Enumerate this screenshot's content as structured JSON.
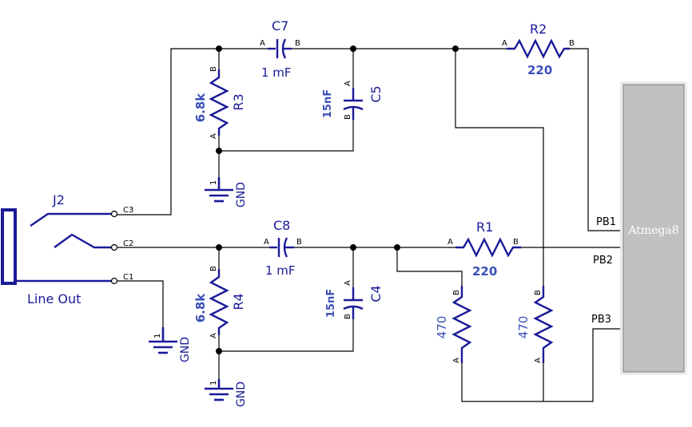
{
  "connector": {
    "name": "J2",
    "label": "Line Out",
    "pins": [
      "C3",
      "C2",
      "C1"
    ]
  },
  "capacitors": [
    {
      "name": "C7",
      "value": "1 mF",
      "pin_a": "A",
      "pin_b": "B"
    },
    {
      "name": "C5",
      "value": "15nF",
      "pin_a": "A",
      "pin_b": "B"
    },
    {
      "name": "C8",
      "value": "1 mF",
      "pin_a": "A",
      "pin_b": "B"
    },
    {
      "name": "C4",
      "value": "15nF",
      "pin_a": "A",
      "pin_b": "B"
    }
  ],
  "resistors": [
    {
      "name": "R2",
      "value": "220",
      "pin_a": "A",
      "pin_b": "B"
    },
    {
      "name": "R3",
      "value": "6.8k",
      "pin_a": "A",
      "pin_b": "B"
    },
    {
      "name": "R1",
      "value": "220",
      "pin_a": "A",
      "pin_b": "B"
    },
    {
      "name": "R4",
      "value": "6.8k",
      "pin_a": "A",
      "pin_b": "B"
    },
    {
      "name": "",
      "value": "470",
      "pin_a": "A",
      "pin_b": "B"
    },
    {
      "name": "",
      "value": "470",
      "pin_a": "A",
      "pin_b": "B"
    }
  ],
  "grounds": [
    {
      "label": "GND",
      "pin": "1"
    },
    {
      "label": "GND",
      "pin": "1"
    },
    {
      "label": "GND",
      "pin": "1"
    }
  ],
  "mcu": {
    "name": "Atmega8",
    "pins": [
      "PB1",
      "PB2",
      "PB3"
    ]
  },
  "colors": {
    "wire": "#000000",
    "component": "#1a1a99",
    "value_text": "#3a4fb8",
    "mcu_fill": "#c0c0c0"
  }
}
